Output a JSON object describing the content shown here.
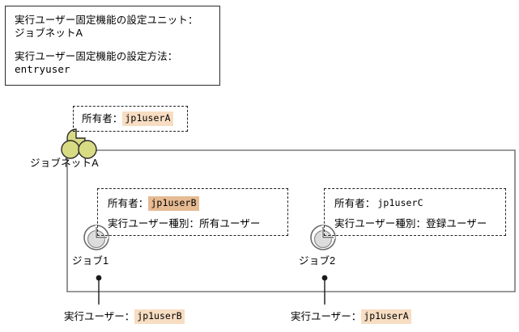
{
  "info_box": {
    "line1_label": "実行ユーザー固定機能の設定ユニット：",
    "line1_value": "ジョブネットA",
    "line2_label": "実行ユーザー固定機能の設定方法：",
    "line2_value": "entryuser"
  },
  "jobnet": {
    "node_label": "ジョブネットA",
    "icon_name": "jobnet-icon",
    "annotation": {
      "owner_label": "所有者：",
      "owner_value": "jp1userA",
      "owner_highlight": "#f7ddc2"
    }
  },
  "job1": {
    "node_label": "ジョブ1",
    "icon_name": "job-icon",
    "annotation": {
      "owner_label": "所有者：",
      "owner_value": "jp1userB",
      "owner_highlight": "#e7bb93",
      "exec_user_type_label": "実行ユーザー種別：",
      "exec_user_type_value": "所有ユーザー"
    },
    "callout": {
      "label": "実行ユーザー：",
      "value": "jp1userB",
      "highlight": "#f7ddc2"
    }
  },
  "job2": {
    "node_label": "ジョブ2",
    "icon_name": "job-icon",
    "annotation": {
      "owner_label": "所有者：",
      "owner_value": "jp1userC",
      "owner_highlight": "none",
      "exec_user_type_label": "実行ユーザー種別：",
      "exec_user_type_value": "登録ユーザー"
    },
    "callout": {
      "label": "実行ユーザー：",
      "value": "jp1userA",
      "highlight": "#f7ddc2"
    }
  },
  "colors": {
    "jobnet_icon_fill": "#d9db84",
    "jobnet_icon_stroke": "#2b2b2b",
    "job_icon_fill": "#dcdcdc",
    "job_icon_stroke": "#555555",
    "connector": "#7a7a7a",
    "callout_line": "#1a1a1a",
    "box_border": "#2b2b2b",
    "dash_border": "#222222"
  }
}
